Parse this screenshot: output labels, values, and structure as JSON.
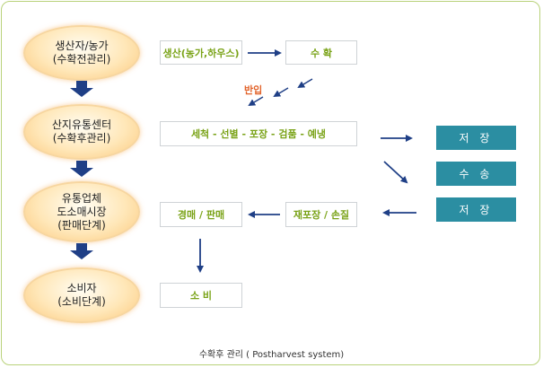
{
  "stages": [
    {
      "line1": "생산자/농가",
      "line2": "(수확전관리)"
    },
    {
      "line1": "산지유통센터",
      "line2": "(수확후관리)"
    },
    {
      "line1": "유통업체",
      "line2": "도소매시장",
      "line3": "(판매단계)"
    },
    {
      "line1": "소비자",
      "line2": "(소비단계)"
    }
  ],
  "boxes": {
    "production": "생산(농가,하우스)",
    "harvest": "수 확",
    "packing": "세척 - 선별 - 포장 - 검품 - 예냉",
    "repack": "재포장 / 손질",
    "auction": "경매 / 판매",
    "consume": "소 비"
  },
  "teal": {
    "storage1": "저 장",
    "transport": "수 송",
    "storage2": "저 장"
  },
  "label_bringin": "반입",
  "caption": "수확후 관리 ( Postharvest system)"
}
